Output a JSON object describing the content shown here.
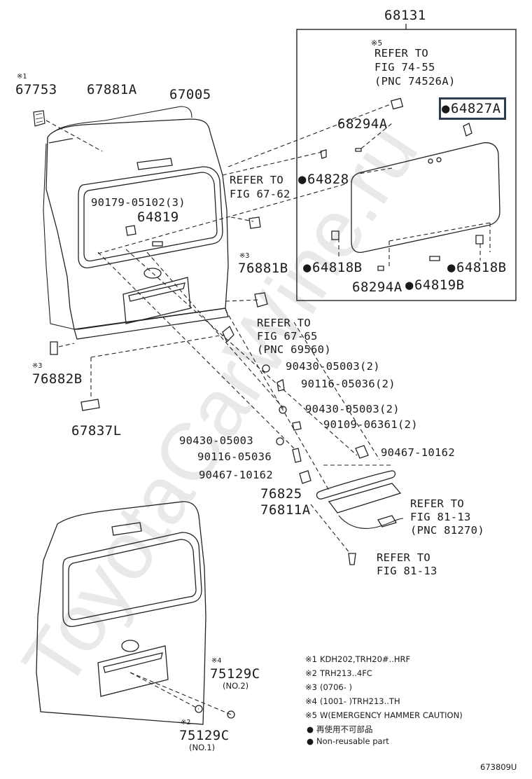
{
  "watermark": "ToyotaCarWine.ru",
  "box_part": "68131",
  "box_ref": {
    "mark": "※5",
    "line1": "REFER TO",
    "line2": "FIG 74-55",
    "line3": "(PNC 74526A)"
  },
  "labels": {
    "p67753_mark": "※1",
    "p67753": "67753",
    "p67881A": "67881A",
    "p67005": "67005",
    "refer_67_62_line1": "REFER TO",
    "refer_67_62_line2": "FIG 67-62",
    "p90179": "90179-05102(3)",
    "p64819": "64819",
    "p76881B_mark": "※3",
    "p76881B": "76881B",
    "refer_67_65_line1": "REFER TO",
    "refer_67_65_line2": "FIG 67-65",
    "refer_67_65_line3": "(PNC 69560)",
    "p76882B_mark": "※3",
    "p76882B": "76882B",
    "p67837L": "67837L",
    "p90430_a": "90430-05003(2)",
    "p90116_a": "90116-05036(2)",
    "p90430_b": "90430-05003(2)",
    "p90109": "90109-06361(2)",
    "p90430_c": "90430-05003",
    "p90116_b": "90116-05036",
    "p90467_a": "90467-10162",
    "p90467_b": "90467-10162",
    "p76825": "76825",
    "p76811A": "76811A",
    "refer_81_13a_line1": "REFER TO",
    "refer_81_13a_line2": "FIG 81-13",
    "refer_81_13a_line3": "(PNC 81270)",
    "refer_81_13b_line1": "REFER TO",
    "refer_81_13b_line2": "FIG 81-13",
    "p64827A": "64827A",
    "p68294A_a": "68294A",
    "p64828": "64828",
    "p64818B_a": "64818B",
    "p64818B_b": "64818B",
    "p68294A_b": "68294A",
    "p64819B": "64819B",
    "p75129C_top_mark": "※4",
    "p75129C_top": "75129C",
    "p75129C_top_sub": "(NO.2)",
    "p75129C_bot_mark": "※2",
    "p75129C_bot": "75129C",
    "p75129C_bot_sub": "(NO.1)"
  },
  "legend": [
    {
      "mark": "※1",
      "text": "KDH202,TRH20#..HRF"
    },
    {
      "mark": "※2",
      "text": "TRH213..4FC"
    },
    {
      "mark": "※3",
      "text": "(0706-        )"
    },
    {
      "mark": "※4",
      "text": "(1001-        )TRH213..TH"
    },
    {
      "mark": "※5",
      "text": "W(EMERGENCY HAMMER CAUTION)"
    },
    {
      "mark": "●",
      "text": "再使用不可部品"
    },
    {
      "mark": "●",
      "text": "Non-reusable part"
    }
  ],
  "figure_id": "673809U"
}
